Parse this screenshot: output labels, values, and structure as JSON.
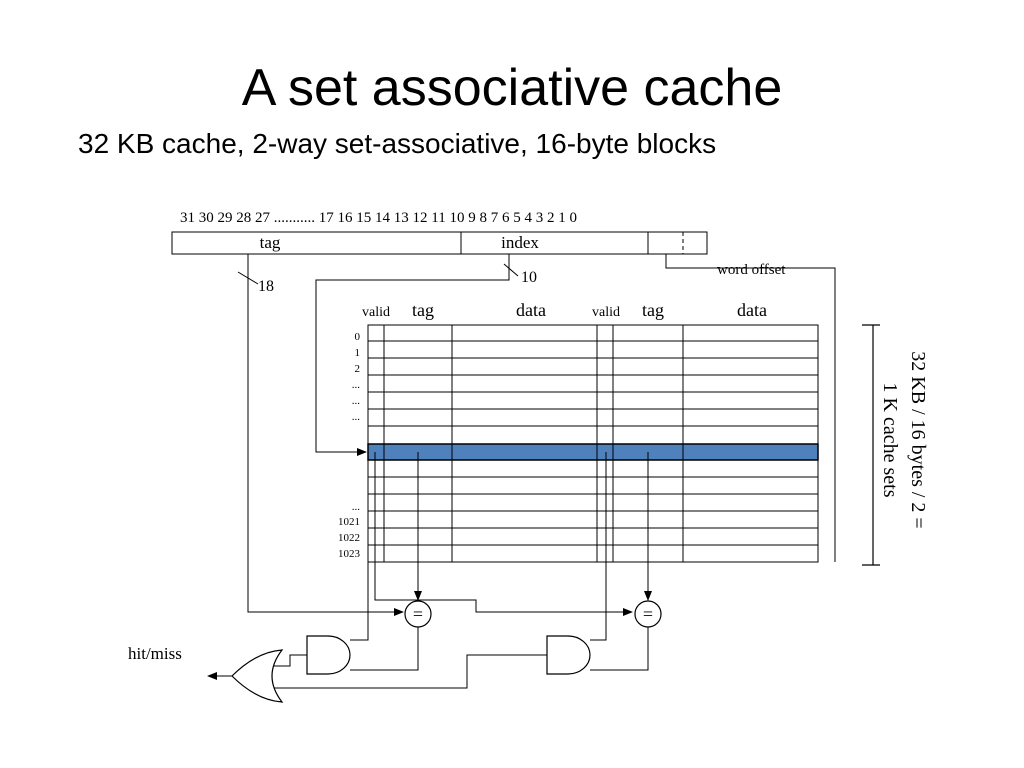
{
  "slide": {
    "title": "A set associative cache",
    "subtitle": "32 KB cache, 2-way set-associative, 16-byte blocks"
  },
  "address": {
    "bit_numbers": "31 30 29 28 27 ........... 17 16 15 14 13 12 11 10 9 8 7 6 5 4 3 2 1 0",
    "tag_label": "tag",
    "index_label": "index",
    "word_offset_label": "word offset",
    "tag_width": "18",
    "index_width": "10"
  },
  "cache": {
    "ways": [
      {
        "valid": "valid",
        "tag": "tag",
        "data": "data"
      },
      {
        "valid": "valid",
        "tag": "tag",
        "data": "data"
      }
    ],
    "row_labels_top": [
      "0",
      "1",
      "2",
      "...",
      "...",
      "..."
    ],
    "row_labels_bottom": [
      "...",
      "1021",
      "1022",
      "1023"
    ],
    "selected_row_color": "#4f81bd"
  },
  "size_note": {
    "line1": "32 KB / 16 bytes / 2 =",
    "line2": "1 K cache sets"
  },
  "comparators": [
    "=",
    "="
  ],
  "output_label": "hit/miss"
}
